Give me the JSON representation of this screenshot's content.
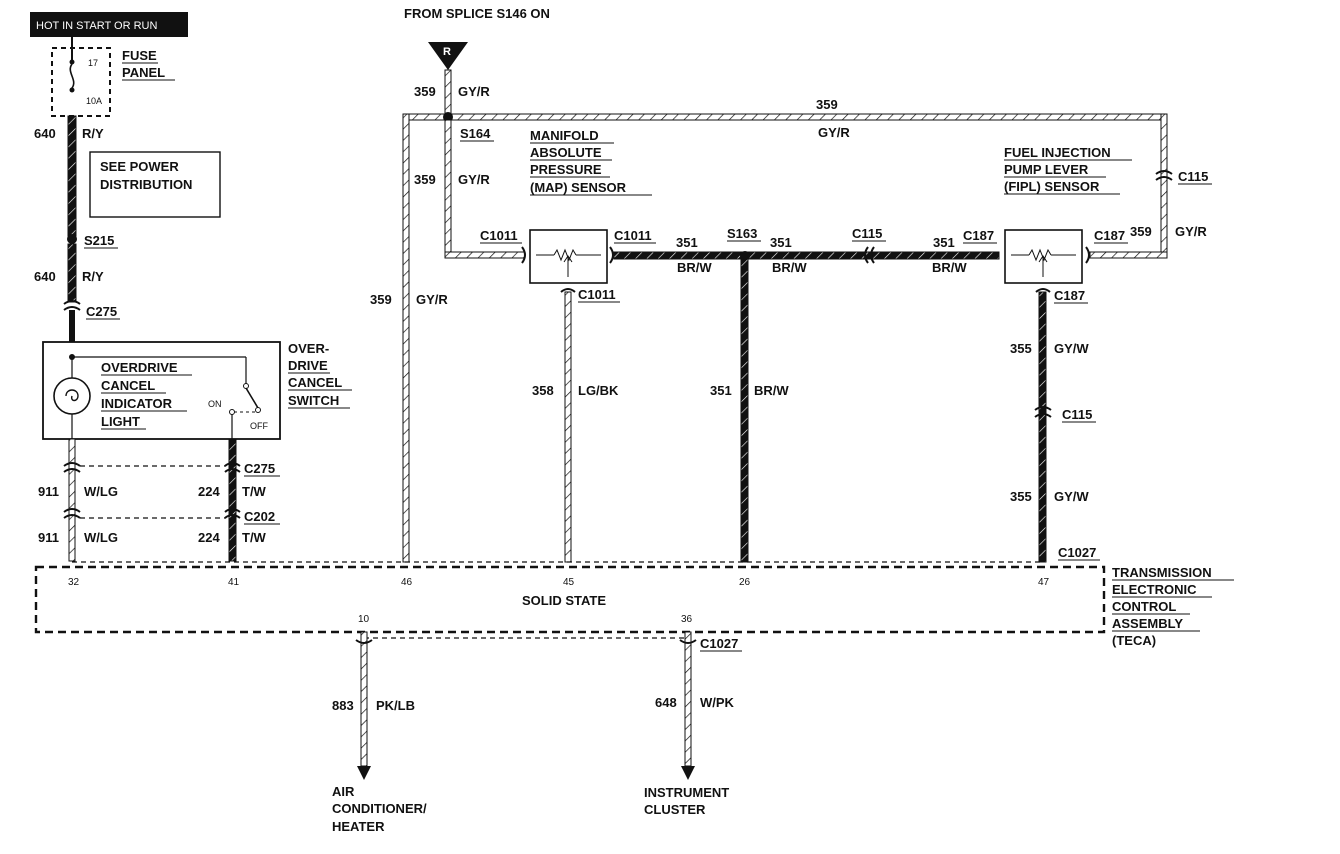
{
  "header": {
    "hot_label": "HOT IN START OR RUN",
    "from_splice": "FROM SPLICE S146 ON",
    "r_marker": "R"
  },
  "fuse": {
    "number": "17",
    "rating": "10A",
    "panel_line1": "FUSE",
    "panel_line2": "PANEL"
  },
  "power_dist": {
    "line1": "SEE POWER",
    "line2": "DISTRIBUTION"
  },
  "wires": {
    "w640a": {
      "num": "640",
      "color": "R/Y"
    },
    "w640b": {
      "num": "640",
      "color": "R/Y"
    },
    "w911a": {
      "num": "911",
      "color": "W/LG"
    },
    "w911b": {
      "num": "911",
      "color": "W/LG"
    },
    "w224a": {
      "num": "224",
      "color": "T/W"
    },
    "w224b": {
      "num": "224",
      "color": "T/W"
    },
    "w359_top": {
      "num": "359",
      "color": "GY/R"
    },
    "w359_bus": {
      "num": "359",
      "color": "GY/R"
    },
    "w359_drop": {
      "num": "359",
      "color": "GY/R"
    },
    "w359_left": {
      "num": "359",
      "color": "GY/R"
    },
    "w359_right": {
      "num": "359",
      "color": "GY/R"
    },
    "w351_a": {
      "num": "351",
      "color": "BR/W"
    },
    "w351_b": {
      "num": "351",
      "color": "BR/W"
    },
    "w351_c": {
      "num": "351",
      "color": "BR/W"
    },
    "w351_down": {
      "num": "351",
      "color": "BR/W"
    },
    "w358": {
      "num": "358",
      "color": "LG/BK"
    },
    "w355a": {
      "num": "355",
      "color": "GY/W"
    },
    "w355b": {
      "num": "355",
      "color": "GY/W"
    },
    "w883": {
      "num": "883",
      "color": "PK/LB"
    },
    "w648": {
      "num": "648",
      "color": "W/PK"
    }
  },
  "splices": {
    "s215": "S215",
    "s164": "S164",
    "s163": "S163"
  },
  "connectors": {
    "c275_top": "C275",
    "c275_mid": "C275",
    "c202": "C202",
    "c1011_left": "C1011",
    "c1011_right": "C1011",
    "c1011_bottom": "C1011",
    "c115_mid": "C115",
    "c187_left": "C187",
    "c187_right": "C187",
    "c187_bottom": "C187",
    "c115_right": "C115",
    "c115_lower": "C115",
    "c1027_top": "C1027",
    "c1027_bottom": "C1027"
  },
  "switch_module": {
    "title1": "OVER-",
    "title2": "DRIVE",
    "title3": "CANCEL",
    "title4": "SWITCH",
    "light1": "OVERDRIVE",
    "light2": "CANCEL",
    "light3": "INDICATOR",
    "light4": "LIGHT",
    "on": "ON",
    "off": "OFF"
  },
  "map_sensor": {
    "line1": "MANIFOLD",
    "line2": "ABSOLUTE",
    "line3": "PRESSURE",
    "line4": "(MAP)  SENSOR"
  },
  "fipl_sensor": {
    "line1": "FUEL INJECTION",
    "line2": "PUMP LEVER",
    "line3": "(FIPL)  SENSOR"
  },
  "teca": {
    "solid_state": "SOLID STATE",
    "line1": "TRANSMISSION",
    "line2": "ELECTRONIC",
    "line3": "CONTROL",
    "line4": "ASSEMBLY",
    "line5": "(TECA)",
    "pins": [
      "32",
      "41",
      "46",
      "45",
      "26",
      "47",
      "10",
      "36"
    ]
  },
  "destinations": {
    "ac1": "AIR",
    "ac2": "CONDITIONER/",
    "ac3": "HEATER",
    "ic1": "INSTRUMENT",
    "ic2": "CLUSTER"
  }
}
